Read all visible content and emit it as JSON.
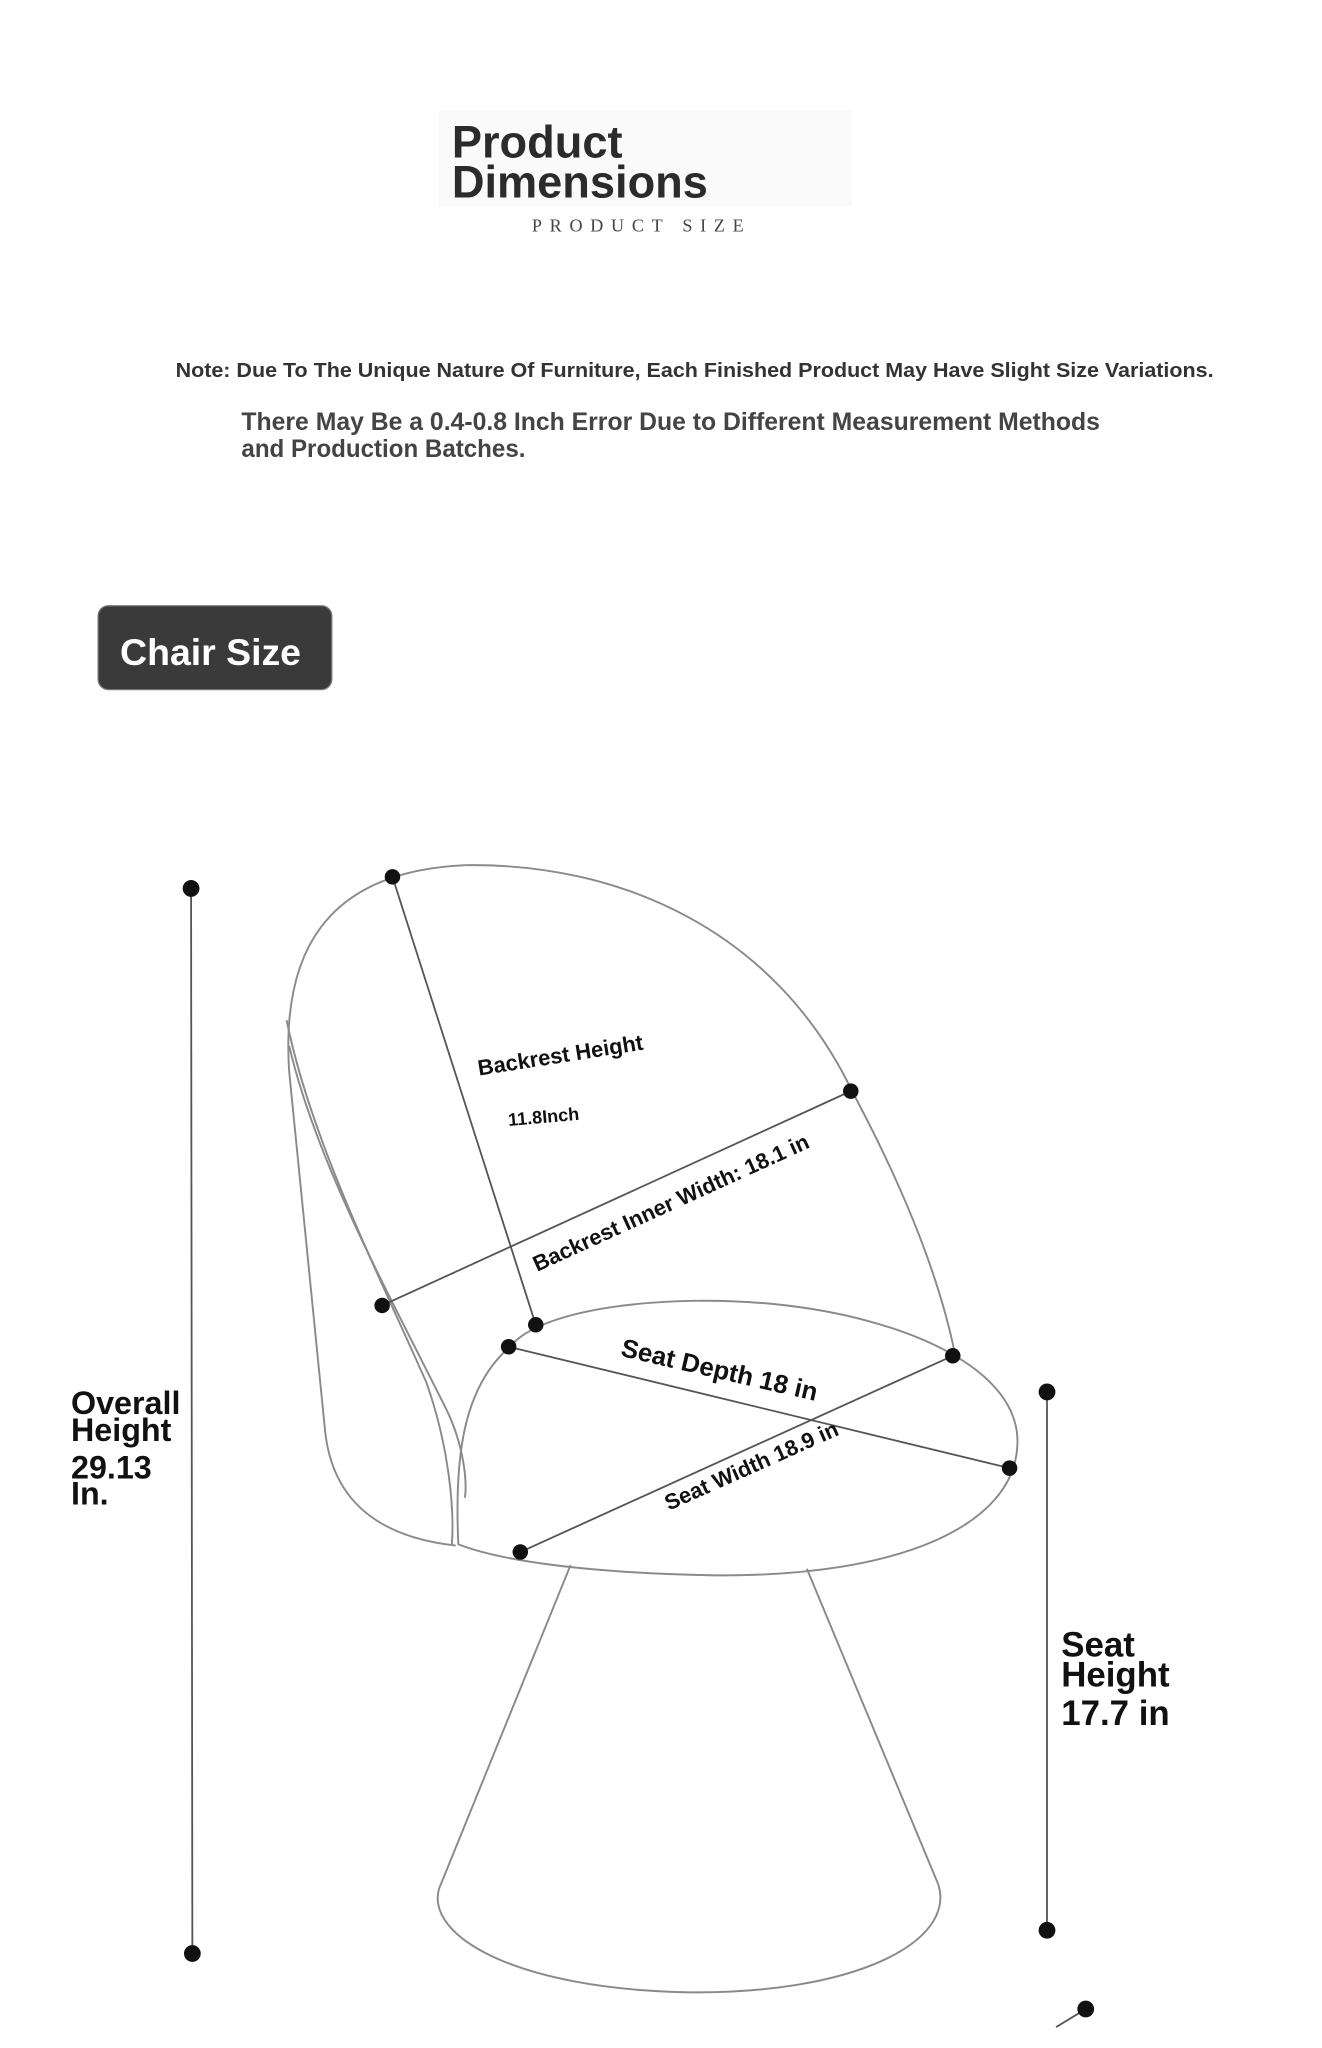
{
  "header": {
    "title_line1": "Product",
    "title_line2": "Dimensions",
    "subtitle": "PRODUCT SIZE"
  },
  "notes": {
    "note1": "Note: Due To The Unique Nature Of Furniture, Each Finished Product May Have Slight Size Variations.",
    "note2_line1": "There May Be a 0.4-0.8 Inch Error Due to Different Measurement Methods",
    "note2_line2": "and Production Batches."
  },
  "section_badge": "Chair Size",
  "dimensions": {
    "backrest_height_label": "Backrest Height",
    "backrest_height_value": "11.8Inch",
    "backrest_inner_width": "Backrest Inner Width: 18.1 in",
    "seat_depth": "Seat Depth 18 in",
    "seat_width": "Seat Width 18.9 in",
    "overall_height": [
      "Overall",
      "Height",
      "29.13",
      "In."
    ],
    "seat_height": [
      "Seat",
      "Height",
      "17.7 in"
    ]
  },
  "colors": {
    "text": "#222222",
    "badge_bg": "#3a3a3a",
    "badge_text": "#ffffff"
  }
}
